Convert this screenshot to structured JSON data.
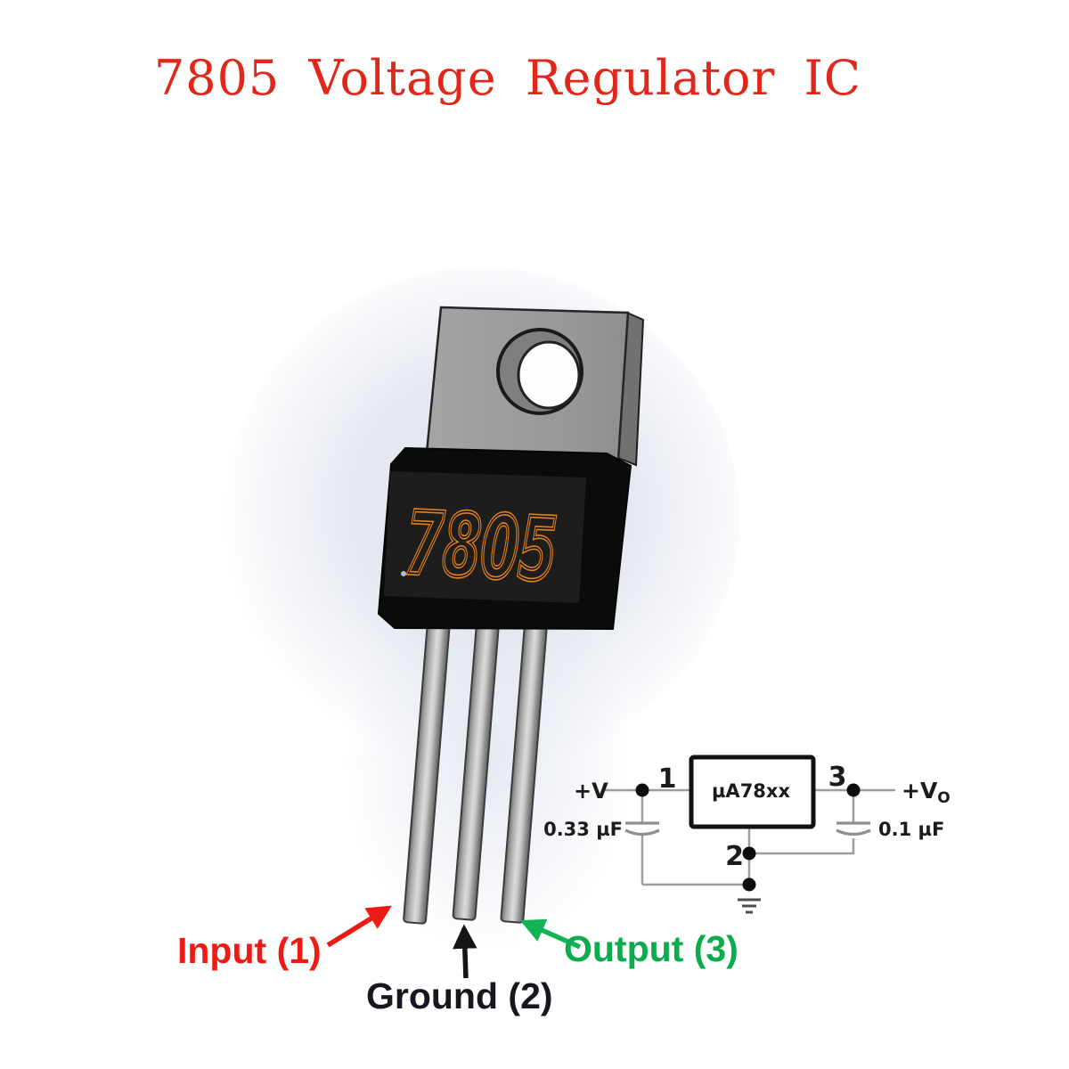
{
  "title": "7805 Voltage Regulator IC",
  "chip": {
    "marking": "7805",
    "marking_color": "#e08120",
    "body_color": "#121212",
    "tab_color": "#9b9b9b"
  },
  "pins": {
    "input": {
      "label": "Input (1)",
      "number": "1",
      "color": "#ee1b14"
    },
    "ground": {
      "label": "Ground (2)",
      "number": "2",
      "color": "#17171f"
    },
    "output": {
      "label": "Output (3)",
      "number": "3",
      "color": "#0cab4e"
    }
  },
  "schematic": {
    "ic_label": "µA78xx",
    "input_voltage_label": "+V",
    "output_voltage_label": "+V",
    "output_voltage_subscript": "O",
    "pin1_number": "1",
    "pin2_number": "2",
    "pin3_number": "3",
    "input_capacitor_value": "0.33 µF",
    "output_capacitor_value": "0.1 µF",
    "colors": {
      "pin1": "#ee1b14",
      "pin3": "#0fae4e",
      "wire": "#9e9e9e"
    }
  }
}
